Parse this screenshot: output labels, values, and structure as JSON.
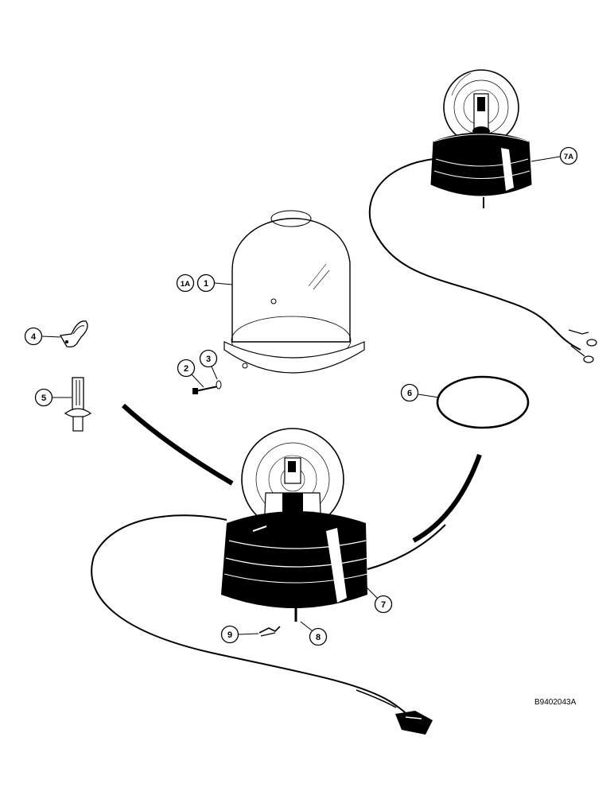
{
  "diagram": {
    "drawing_number": "B9402043A",
    "callouts": [
      {
        "id": "1A",
        "label": "1A"
      },
      {
        "id": "1",
        "label": "1"
      },
      {
        "id": "2",
        "label": "2"
      },
      {
        "id": "3",
        "label": "3"
      },
      {
        "id": "4",
        "label": "4"
      },
      {
        "id": "5",
        "label": "5"
      },
      {
        "id": "6",
        "label": "6"
      },
      {
        "id": "7",
        "label": "7"
      },
      {
        "id": "7A",
        "label": "7A"
      },
      {
        "id": "8",
        "label": "8"
      },
      {
        "id": "9",
        "label": "9"
      }
    ]
  },
  "colors": {
    "ink": "#000000",
    "paper": "#ffffff",
    "lens_shade": "#d9d9d9"
  }
}
